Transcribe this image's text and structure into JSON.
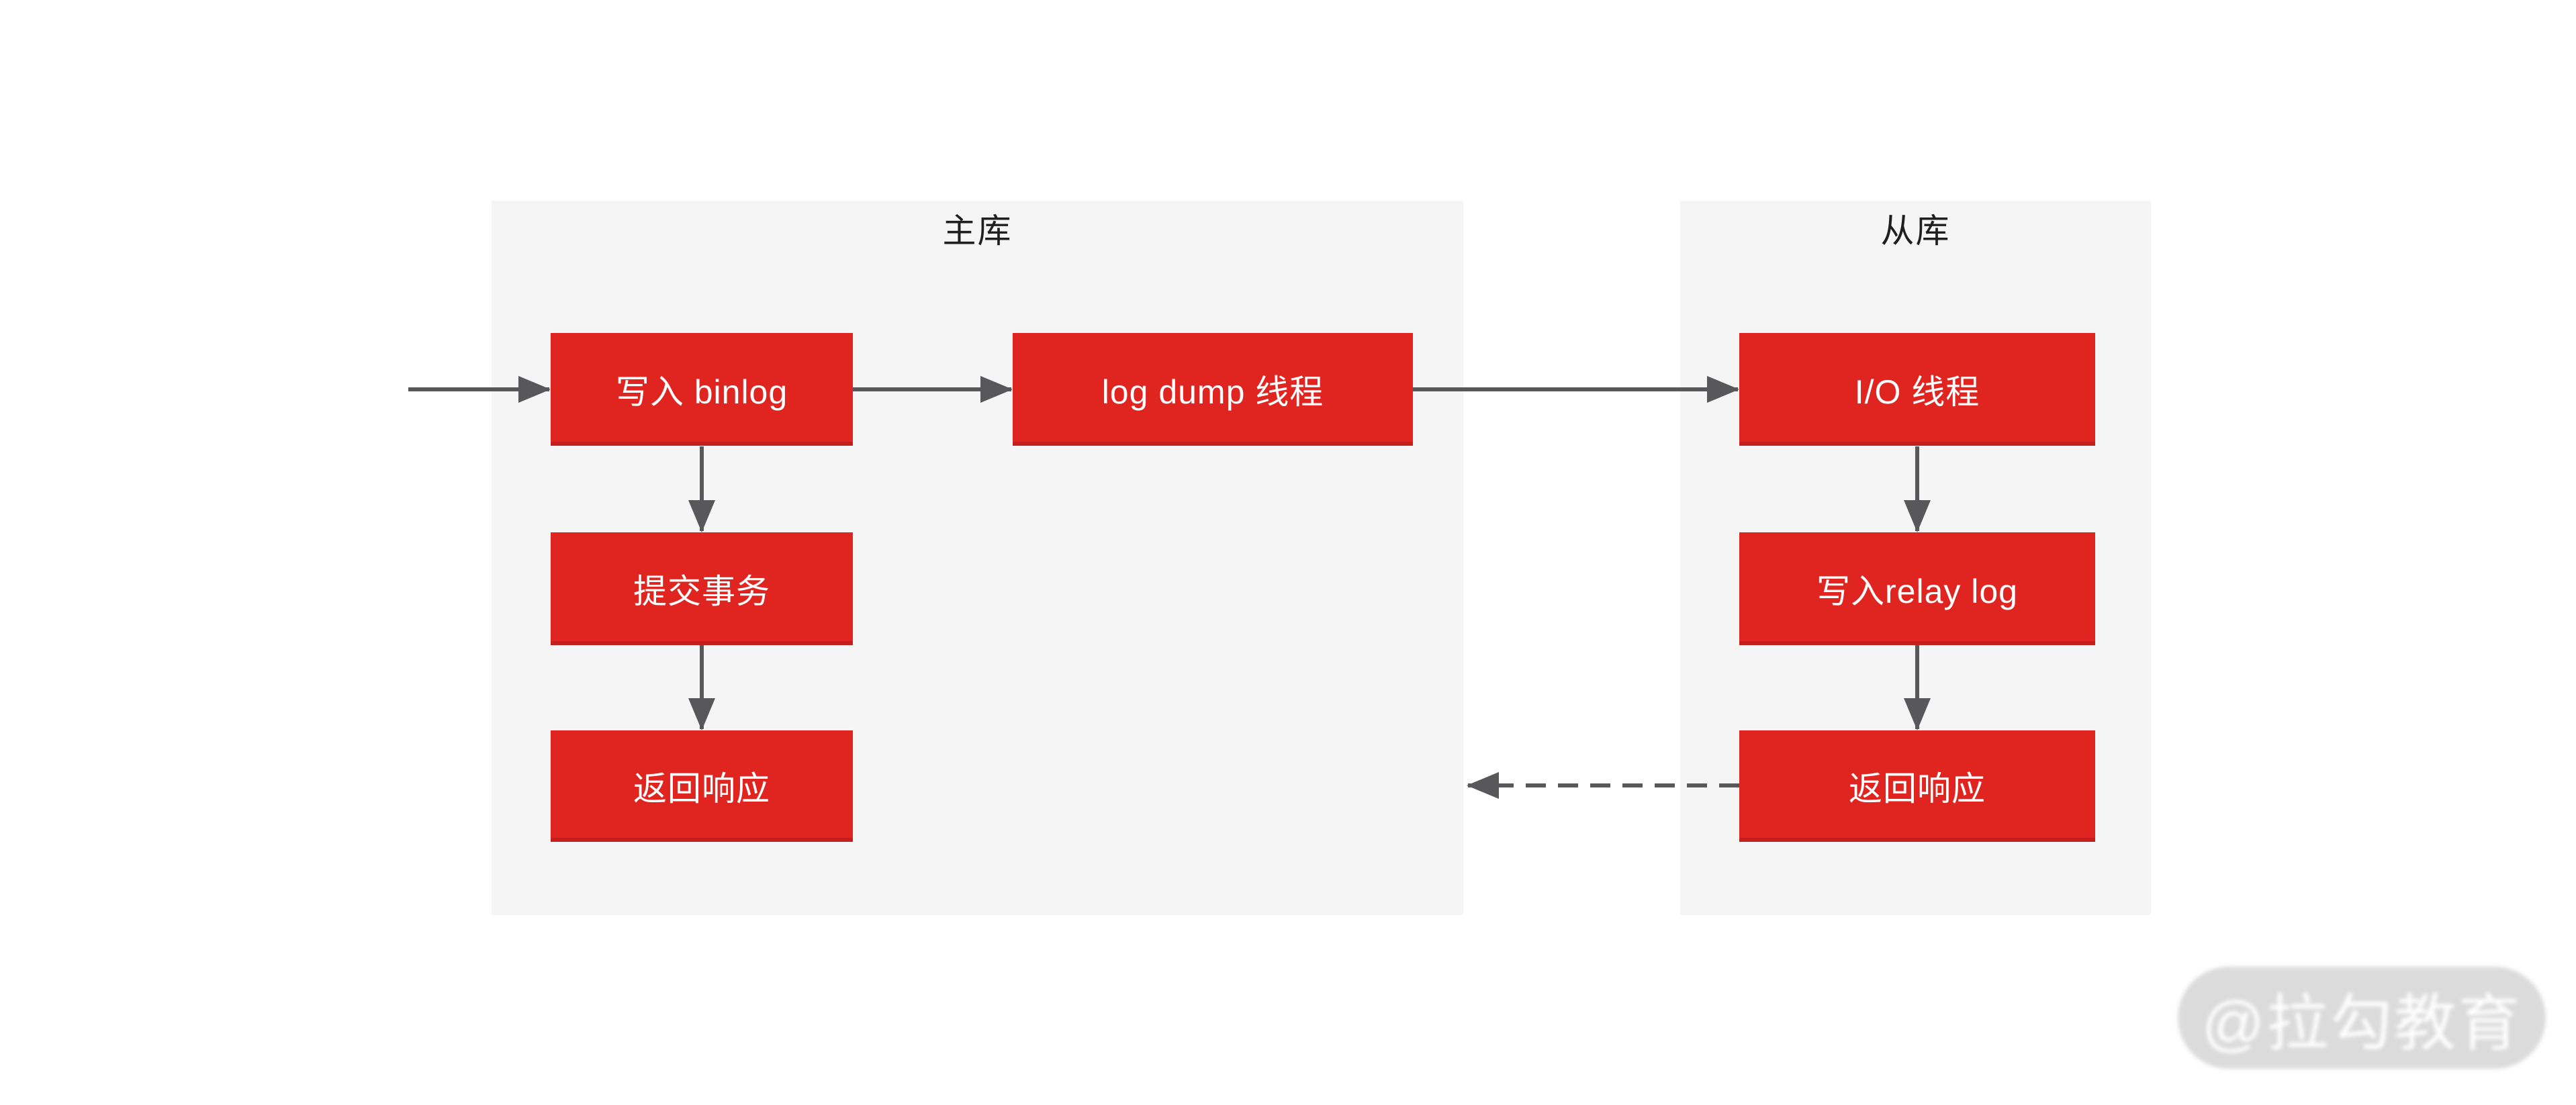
{
  "colors": {
    "background": "#ffffff",
    "panel_fill": "#f5f5f6",
    "node_fill": "#e02420",
    "node_text": "#ffffff",
    "arrow_color": "#58585a",
    "title_color": "#1f1f1f",
    "watermark_pill_color": "#bfbfbf",
    "watermark_text_color": "#ffffff"
  },
  "diagram": {
    "panels": [
      {
        "id": "master",
        "title": "主库"
      },
      {
        "id": "slave",
        "title": "从库"
      }
    ],
    "nodes": [
      {
        "id": "write-binlog",
        "label": "写入 binlog"
      },
      {
        "id": "log-dump-thread",
        "label": "log dump 线程"
      },
      {
        "id": "io-thread",
        "label": "I/O 线程"
      },
      {
        "id": "commit-transaction",
        "label": "提交事务"
      },
      {
        "id": "write-relay-log",
        "label": "写入relay log"
      },
      {
        "id": "return-response-master",
        "label": "返回响应"
      },
      {
        "id": "return-response-slave",
        "label": "返回响应"
      }
    ]
  },
  "watermark": {
    "text": "@拉勾教育"
  }
}
